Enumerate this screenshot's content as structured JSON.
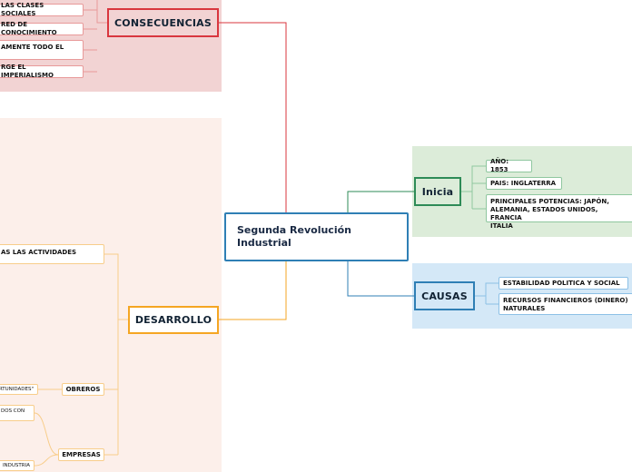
{
  "central": {
    "title_line1": "Segunda Revolución",
    "title_line2": "Industrial"
  },
  "consecuencias": {
    "label": "CONSECUENCIAS",
    "items": [
      "LAS CLASES SOCIALES",
      "RED DE CONOCIMIENTO",
      "AMENTE TODO EL",
      "RGE EL IMPERIALISMO"
    ]
  },
  "desarrollo": {
    "label": "DESARROLLO",
    "items": [
      "AS LAS ACTIVIDADES",
      "OBREROS",
      "EMPRESAS"
    ],
    "obreros_children": [
      "RTUNIDADES\""
    ],
    "empresas_children": [
      "DOS CON",
      "INDUSTRIA"
    ]
  },
  "inicia": {
    "label": "Inicia",
    "items": [
      "AÑO: 1853",
      "PAIS: INGLATERRA",
      "PRINCIPALES POTENCIAS: JAPÓN,",
      "ALEMANIA, ESTADOS UNIDOS, FRANCIA",
      "ITALIA"
    ]
  },
  "causas": {
    "label": "CAUSAS",
    "items": [
      "ESTABILIDAD POLITICA Y SOCIAL",
      "RECURSOS FINANCIEROS (DINERO)",
      "NATURALES"
    ]
  },
  "colors": {
    "consecuencias": "#d9363e",
    "desarrollo": "#f5a623",
    "inicia": "#2e8b57",
    "causas": "#2f7fb5"
  }
}
